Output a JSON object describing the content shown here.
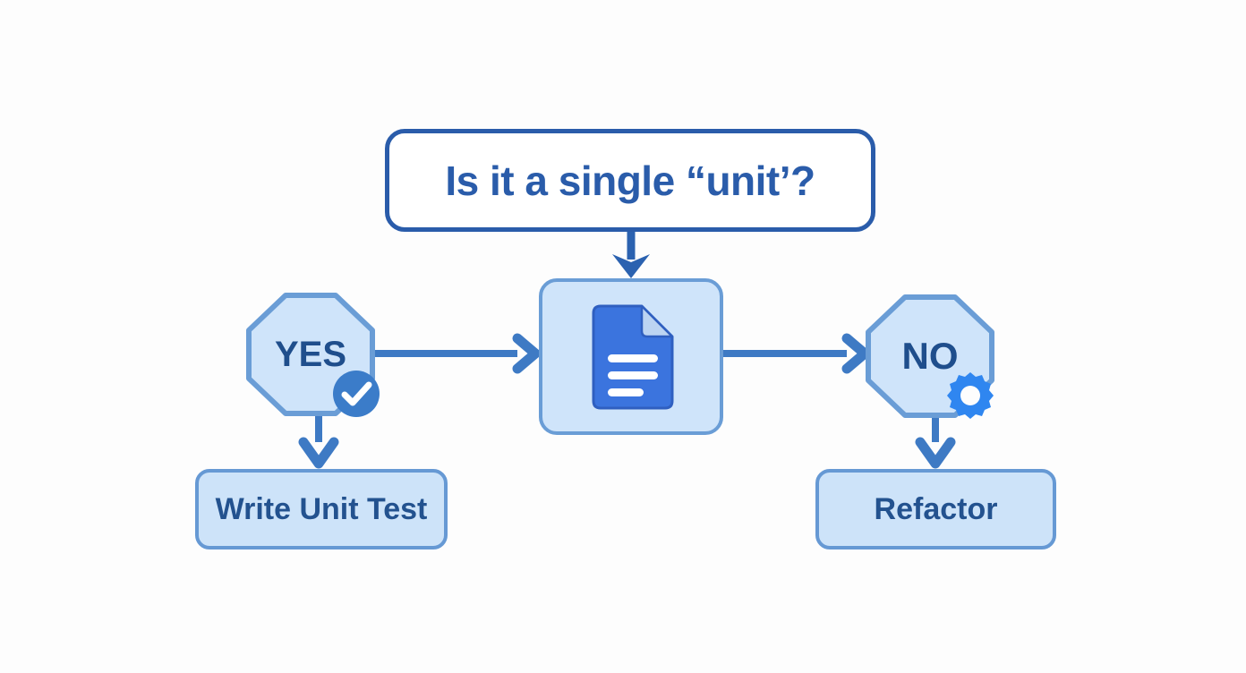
{
  "diagram": {
    "title_text": "Is it a single “unit’?",
    "background_color": "#fdfdfd",
    "nodes": {
      "decision": {
        "label": "Is it a single “unit’?",
        "shape": "rounded-rectangle",
        "fill": "#ffffff",
        "border_color": "#2a5caa"
      },
      "yes": {
        "label": "YES",
        "shape": "octagon",
        "fill": "#cfe4fa",
        "border_color": "#6a9dd6",
        "text_color": "#1f4e8c",
        "badge": "check-circle-icon",
        "badge_color": "#3b7cc9"
      },
      "document": {
        "shape": "rounded-square",
        "fill": "#cfe4fa",
        "border_color": "#6a9dd6",
        "icon": "document-icon",
        "icon_color": "#3b74de"
      },
      "no": {
        "label": "NO",
        "shape": "octagon",
        "fill": "#cfe4fa",
        "border_color": "#6a9dd6",
        "text_color": "#1f4e8c",
        "badge": "gear-icon",
        "badge_color": "#2f86f0"
      },
      "write_unit_test": {
        "label": "Write Unit Test",
        "shape": "rounded-rectangle",
        "fill": "#cde3f9",
        "border_color": "#6699d4",
        "text_color": "#23528f"
      },
      "refactor": {
        "label": "Refactor",
        "shape": "rounded-rectangle",
        "fill": "#cde3f9",
        "border_color": "#6699d4",
        "text_color": "#23528f"
      }
    },
    "connectors": [
      {
        "name": "decision-to-document",
        "from": "decision",
        "to": "document",
        "direction": "down",
        "color": "#2b62b0"
      },
      {
        "name": "yes-to-document",
        "from": "yes",
        "to": "document",
        "direction": "right",
        "color": "#3e7ac4"
      },
      {
        "name": "document-to-no",
        "from": "document",
        "to": "no",
        "direction": "right",
        "color": "#3e7ac4"
      },
      {
        "name": "yes-to-write-unit-test",
        "from": "yes",
        "to": "write_unit_test",
        "direction": "down",
        "color": "#3e7ac4"
      },
      {
        "name": "no-to-refactor",
        "from": "no",
        "to": "refactor",
        "direction": "down",
        "color": "#3e7ac4"
      }
    ]
  }
}
